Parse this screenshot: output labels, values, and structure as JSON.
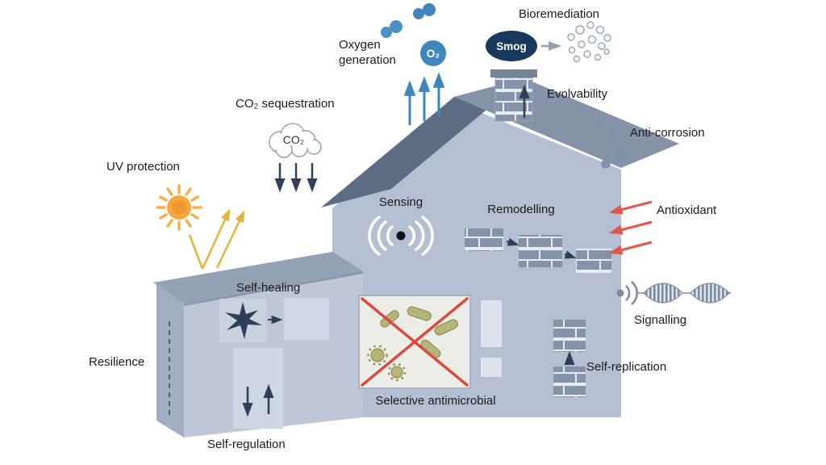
{
  "figure": {
    "labels": {
      "bioremediation": "Bioremediation",
      "smog": "Smog",
      "oxygen_generation": "Oxygen generation",
      "o2": "O₂",
      "co2": "CO₂",
      "co2_sequestration": "CO₂ sequestration",
      "uv_protection": "UV protection",
      "evolvability": "Evolvability",
      "anti_corrosion": "Anti-corrosion",
      "antioxidant": "Antioxidant",
      "sensing": "Sensing",
      "remodelling": "Remodelling",
      "signalling": "Signalling",
      "self_replication": "Self-replication",
      "self_healing": "Self-healing",
      "selective_antimicrobial": "Selective antimicrobial",
      "resilience": "Resilience",
      "self_regulation": "Self-regulation"
    },
    "colors": {
      "house_wall": "#b4bfd1",
      "house_wall_light": "#bdc7d7",
      "roof_dark": "#5c6d83",
      "roof_light": "#8593a9",
      "extension_roof": "#93a1b5",
      "side_wall": "#a2aec1",
      "smog_cloud": "#16395d",
      "oxygen_blue": "#3f86bd",
      "molecule_blue": "#4a90c6",
      "sun_orange": "#f5a93d",
      "uv_gold": "#e3b33c",
      "antioxidant_red": "#e0564c",
      "droplet_gray": "#8291a7",
      "arrow_dark": "#2e4058",
      "microbe_olive": "#b5b577",
      "cross_red": "#d84b41",
      "text": "#1b1b1b"
    }
  }
}
